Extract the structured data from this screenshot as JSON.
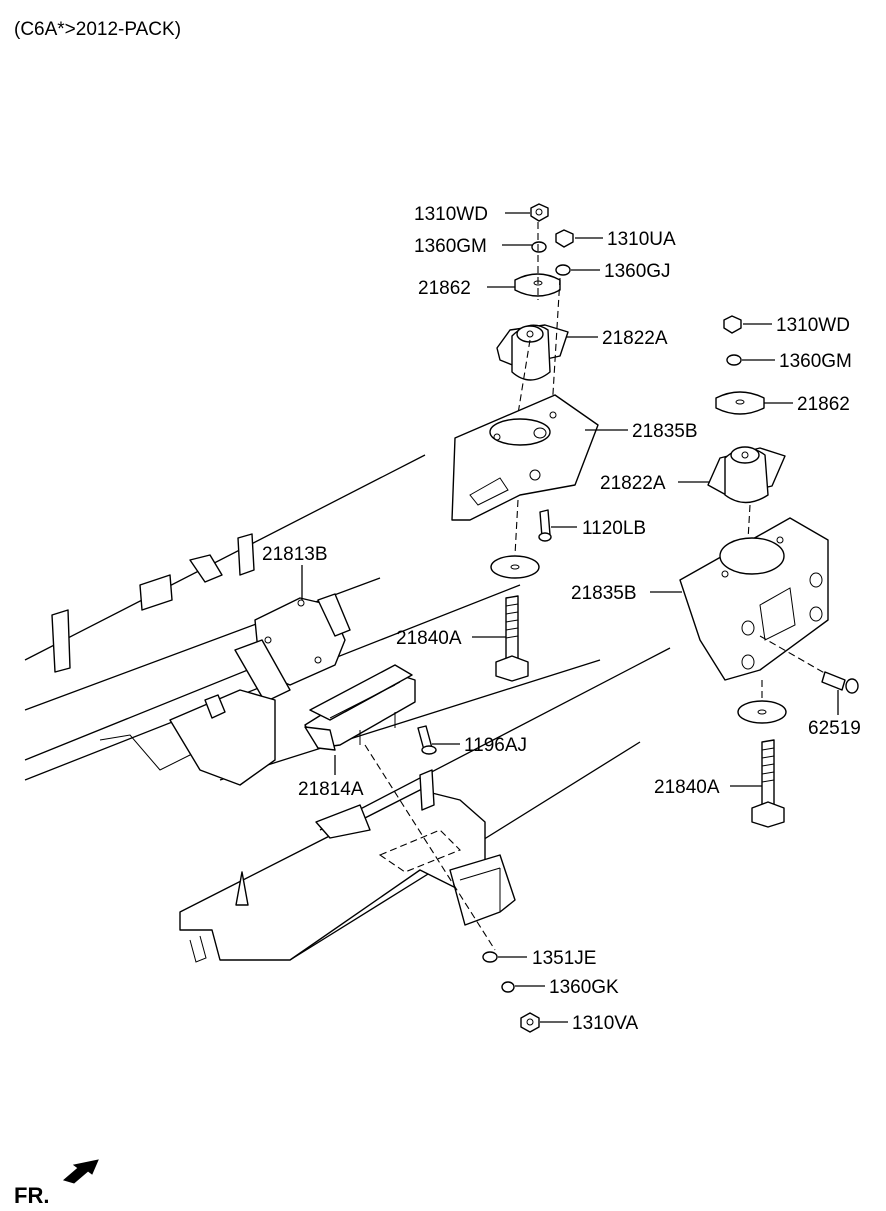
{
  "header": {
    "title": "(C6A*>2012-PACK)"
  },
  "footer": {
    "direction": "FR."
  },
  "labels": [
    {
      "id": "l-1310wd-a",
      "text": "1310WD"
    },
    {
      "id": "l-1310ua",
      "text": "1310UA"
    },
    {
      "id": "l-1360gm-a",
      "text": "1360GM"
    },
    {
      "id": "l-1360gj",
      "text": "1360GJ"
    },
    {
      "id": "l-21862-a",
      "text": "21862"
    },
    {
      "id": "l-21822a-a",
      "text": "21822A"
    },
    {
      "id": "l-21835b-a",
      "text": "21835B"
    },
    {
      "id": "l-1120lb",
      "text": "1120LB"
    },
    {
      "id": "l-21813b",
      "text": "21813B"
    },
    {
      "id": "l-21840a-a",
      "text": "21840A"
    },
    {
      "id": "l-1196aj",
      "text": "1196AJ"
    },
    {
      "id": "l-21814a",
      "text": "21814A"
    },
    {
      "id": "l-1351je",
      "text": "1351JE"
    },
    {
      "id": "l-1360gk",
      "text": "1360GK"
    },
    {
      "id": "l-1310va",
      "text": "1310VA"
    },
    {
      "id": "l-1310wd-b",
      "text": "1310WD"
    },
    {
      "id": "l-1360gm-b",
      "text": "1360GM"
    },
    {
      "id": "l-21862-b",
      "text": "21862"
    },
    {
      "id": "l-21822a-b",
      "text": "21822A"
    },
    {
      "id": "l-21835b-b",
      "text": "21835B"
    },
    {
      "id": "l-62519",
      "text": "62519"
    },
    {
      "id": "l-21840a-b",
      "text": "21840A"
    }
  ]
}
